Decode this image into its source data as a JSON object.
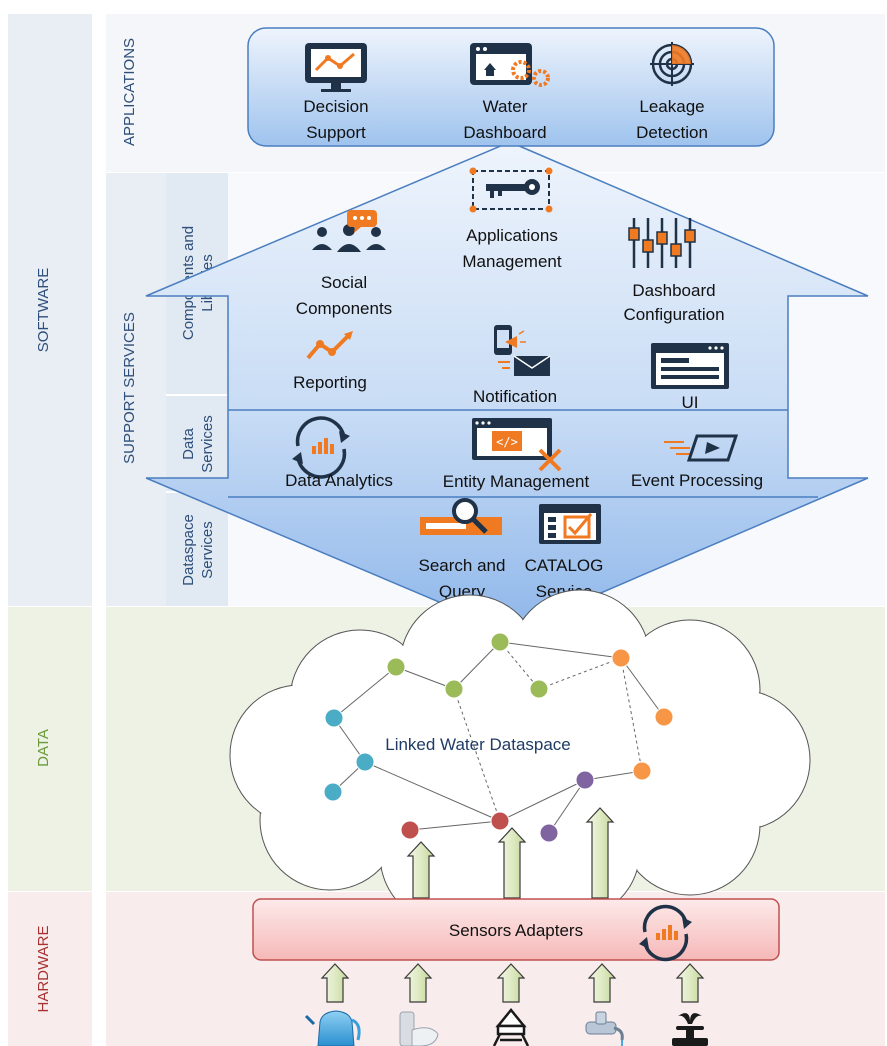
{
  "layers": {
    "software": "SOFTWARE",
    "data": "DATA",
    "hardware": "HARDWARE",
    "applications": "APPLICATIONS",
    "support_services": "SUPPORT SERVICES"
  },
  "sublayers": {
    "components_line1": "Components and",
    "components_line2": "Libraries",
    "data_services_line1": "Data",
    "data_services_line2": "Services",
    "dataspace_line1": "Dataspace",
    "dataspace_line2": "Services"
  },
  "applications": [
    {
      "line1": "Decision",
      "line2": "Support",
      "icon": "monitor-chart-icon"
    },
    {
      "line1": "Water",
      "line2": "Dashboard",
      "icon": "dashboard-gear-icon"
    },
    {
      "line1": "Leakage",
      "line2": "Detection",
      "icon": "radar-icon"
    }
  ],
  "components": {
    "applications_management": {
      "line1": "Applications",
      "line2": "Management",
      "icon": "key-icon"
    },
    "social_components": {
      "line1": "Social",
      "line2": "Components",
      "icon": "people-chat-icon"
    },
    "dashboard_configuration": {
      "line1": "Dashboard",
      "line2": "Configuration",
      "icon": "sliders-icon"
    },
    "reporting": {
      "label": "Reporting",
      "icon": "trend-icon"
    },
    "notification": {
      "label": "Notification",
      "icon": "phone-mail-icon"
    },
    "ui": {
      "label": "UI",
      "icon": "window-icon"
    }
  },
  "data_services": {
    "data_analytics": {
      "label": "Data Analytics",
      "icon": "refresh-chart-icon"
    },
    "entity_management": {
      "label": "Entity Management",
      "icon": "code-tools-icon"
    },
    "event_processing": {
      "label": "Event Processing",
      "icon": "film-icon"
    }
  },
  "dataspace_services": {
    "search": {
      "line1": "Search and",
      "line2": "Query",
      "icon": "search-icon"
    },
    "catalog": {
      "line1": "CATALOG",
      "line2": "Service",
      "icon": "checklist-icon"
    }
  },
  "dataspace": {
    "label": "Linked Water Dataspace"
  },
  "sensors": {
    "label": "Sensors Adapters",
    "icon": "refresh-chart-icon"
  },
  "devices": [
    "kettle-icon",
    "toilet-icon",
    "water-tower-icon",
    "faucet-icon",
    "fountain-icon"
  ],
  "colors": {
    "software_band": "#e9eef5",
    "data_band": "#eef2e4",
    "hardware_band": "#f9ecec",
    "software_text": "#2e4f7a",
    "data_text": "#6a9a3a",
    "hardware_text": "#a83232",
    "accent_orange": "#f07a22",
    "icon_dark": "#1f3247",
    "node_green": "#9bbb59",
    "node_orange": "#f79646",
    "node_blue": "#4bacc6",
    "node_red": "#c0504d",
    "node_purple": "#8064a2"
  }
}
